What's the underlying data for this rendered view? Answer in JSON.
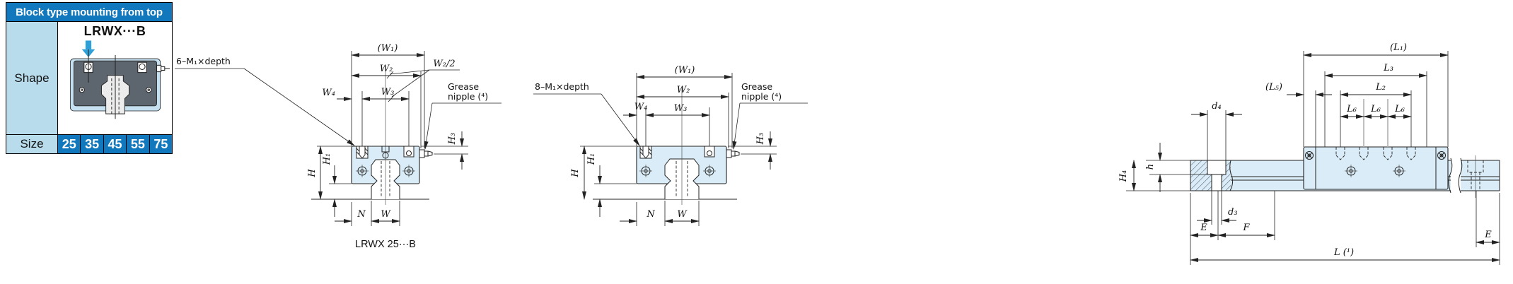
{
  "panel": {
    "header": "Block type mounting from top",
    "shape_label": "Shape",
    "model": "LRWX···B",
    "size_label": "Size",
    "sizes": [
      "25",
      "35",
      "45",
      "55",
      "75"
    ]
  },
  "colors": {
    "header_blue": "#1278bd",
    "light_blue": "#b9dcec",
    "drawing_fill": "#d9ecf7",
    "line_color": "#222222",
    "gray_centerline": "#b0b0b0",
    "arrow_blue": "#2f9fd8",
    "block_gray": "#5d666e"
  },
  "drawing1": {
    "caption": "LRWX 25···B",
    "tap_label": "6–M₁×depth",
    "w1": "(W₁)",
    "w2": "W₂",
    "w3": "W₃",
    "w4": "W₄",
    "w2_half": "W₂/2",
    "grease_line1": "Grease",
    "grease_line2": "nipple (⁴)",
    "h3": "H₃",
    "h": "H",
    "h1": "H₁",
    "n": "N",
    "w": "W"
  },
  "drawing2": {
    "tap_label": "8–M₁×depth",
    "w1": "(W₁)",
    "w2": "W₂",
    "w3": "W₃",
    "w4": "W₄",
    "grease_line1": "Grease",
    "grease_line2": "nipple (⁴)",
    "h3": "H₃",
    "h": "H",
    "h1": "H₁",
    "n": "N",
    "w": "W"
  },
  "drawing3": {
    "l1": "(L₁)",
    "l3": "L₃",
    "l2": "L₂",
    "l5": "(L₅)",
    "l6_1": "L₆",
    "l6_2": "L₆",
    "l6_3": "L₆",
    "d4": "d₄",
    "d3": "d₃",
    "h4": "H₄",
    "h": "h",
    "e_left": "E",
    "f": "F",
    "l": "L (¹)",
    "e_right": "E"
  }
}
